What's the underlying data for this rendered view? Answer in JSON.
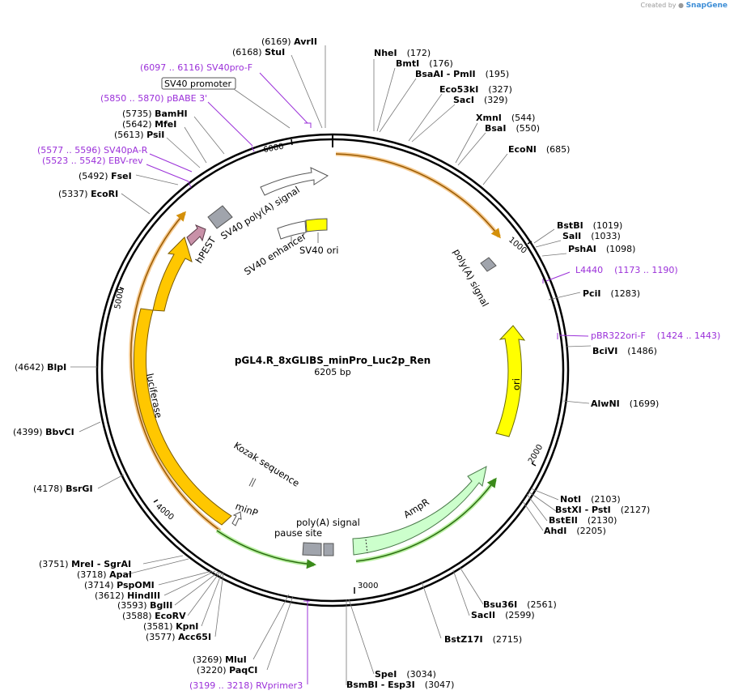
{
  "watermark": {
    "prefix": "Created by",
    "brand": "SnapGene"
  },
  "map": {
    "name": "pGL4.R_8xGLIBS_minPro_Luc2p_Ren",
    "size_label": "6205 bp",
    "tick_labels": [
      "1000",
      "2000",
      "3000",
      "4000",
      "5000",
      "6000"
    ]
  },
  "enzymes": [
    {
      "pos": "(6169)",
      "name": "AvrII"
    },
    {
      "pos": "(6168)",
      "name": "StuI"
    },
    {
      "pos": "(5735)",
      "name": "BamHI"
    },
    {
      "pos": "(5642)",
      "name": "MfeI"
    },
    {
      "pos": "(5613)",
      "name": "PsiI"
    },
    {
      "pos": "(5492)",
      "name": "FseI"
    },
    {
      "pos": "(5337)",
      "name": "EcoRI"
    },
    {
      "pos": "(4642)",
      "name": "BlpI"
    },
    {
      "pos": "(4399)",
      "name": "BbvCI"
    },
    {
      "pos": "(4178)",
      "name": "BsrGI"
    },
    {
      "pos": "(3751)",
      "name": "MreI  - SgrAI"
    },
    {
      "pos": "(3718)",
      "name": "ApaI"
    },
    {
      "pos": "(3714)",
      "name": "PspOMI"
    },
    {
      "pos": "(3612)",
      "name": "HindIII"
    },
    {
      "pos": "(3593)",
      "name": "BglII"
    },
    {
      "pos": "(3588)",
      "name": "EcoRV"
    },
    {
      "pos": "(3581)",
      "name": "KpnI"
    },
    {
      "pos": "(3577)",
      "name": "Acc65I"
    },
    {
      "pos": "(3269)",
      "name": "MluI"
    },
    {
      "pos": "(3220)",
      "name": "PaqCI"
    },
    {
      "name": "NheI",
      "pos": "(172)"
    },
    {
      "name": "BmtI",
      "pos": "(176)"
    },
    {
      "name": "BsaAI  - PmlI",
      "pos": "(195)"
    },
    {
      "name": "Eco53kI",
      "pos": "(327)"
    },
    {
      "name": "SacI",
      "pos": "(329)"
    },
    {
      "name": "XmnI",
      "pos": "(544)"
    },
    {
      "name": "BsaI",
      "pos": "(550)"
    },
    {
      "name": "EcoNI",
      "pos": "(685)"
    },
    {
      "name": "BstBI",
      "pos": "(1019)"
    },
    {
      "name": "SalI",
      "pos": "(1033)"
    },
    {
      "name": "PshAI",
      "pos": "(1098)"
    },
    {
      "name": "PciI",
      "pos": "(1283)"
    },
    {
      "name": "BciVI",
      "pos": "(1486)"
    },
    {
      "name": "AlwNI",
      "pos": "(1699)"
    },
    {
      "name": "NotI",
      "pos": "(2103)"
    },
    {
      "name": "BstXI  - PstI",
      "pos": "(2127)"
    },
    {
      "name": "BstEII",
      "pos": "(2130)"
    },
    {
      "name": "AhdI",
      "pos": "(2205)"
    },
    {
      "name": "Bsu36I",
      "pos": "(2561)"
    },
    {
      "name": "SacII",
      "pos": "(2599)"
    },
    {
      "name": "BstZ17I",
      "pos": "(2715)"
    },
    {
      "name": "SpeI",
      "pos": "(3034)"
    },
    {
      "name": "BsmBI  - Esp3I",
      "pos": "(3047)"
    }
  ],
  "primers": [
    {
      "pos": "(6097 .. 6116)",
      "name": "SV40pro-F"
    },
    {
      "pos": "(5850 .. 5870)",
      "name": "pBABE 3'"
    },
    {
      "pos": "(5577 .. 5596)",
      "name": "SV40pA-R"
    },
    {
      "pos": "(5523 .. 5542)",
      "name": "EBV-rev"
    },
    {
      "pos": "(3199 .. 3218)",
      "name": "RVprimer3"
    },
    {
      "name": "L4440",
      "pos": "(1173 .. 1190)"
    },
    {
      "name": "pBR322ori-F",
      "pos": "(1424 .. 1443)"
    }
  ],
  "features": {
    "sv40_promoter": "SV40 promoter",
    "sv40_polya_signal": "SV40 poly(A) signal",
    "hpest": "hPEST",
    "sv40_enhancer": "SV40 enhancer",
    "sv40_ori": "SV40 ori",
    "polya_signal_right": "poly(A) signal",
    "ori": "ori",
    "luciferase": "luciferase",
    "kozak": "Kozak sequence",
    "minp": "minP",
    "pause_site": "pause site",
    "polya_signal_bottom": "poly(A) signal",
    "ampr": "AmpR"
  },
  "colors": {
    "backbone": "#000000",
    "luciferase": "#ffc700",
    "ori": "#ffff00",
    "ampr": "#ccffcc",
    "hpest": "#c891a8",
    "gray_feature": "#a0a4ac",
    "primer": "#9b30d9",
    "orf_glow_orange": "#f5c98e",
    "orf_glow_green": "#b8f0a0"
  }
}
